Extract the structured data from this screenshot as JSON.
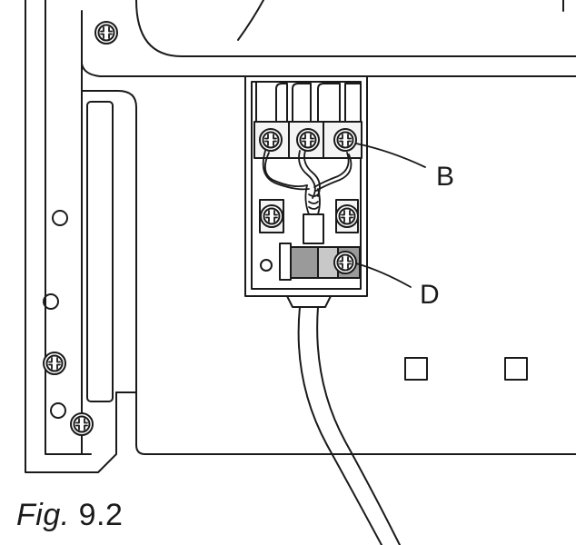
{
  "figure": {
    "caption_prefix": "Fig.",
    "caption_number": "9.2"
  },
  "callouts": {
    "b": {
      "label": "B"
    },
    "d": {
      "label": "D"
    }
  },
  "colors": {
    "line": "#1a1a1a",
    "clamp_fill": "#9a9a9a",
    "terminal_fill": "#f4f4f4",
    "background": "#ffffff"
  },
  "icons": {
    "screw": "phillips-screw-icon",
    "hole": "round-hole-icon",
    "slot": "square-slot-icon"
  }
}
